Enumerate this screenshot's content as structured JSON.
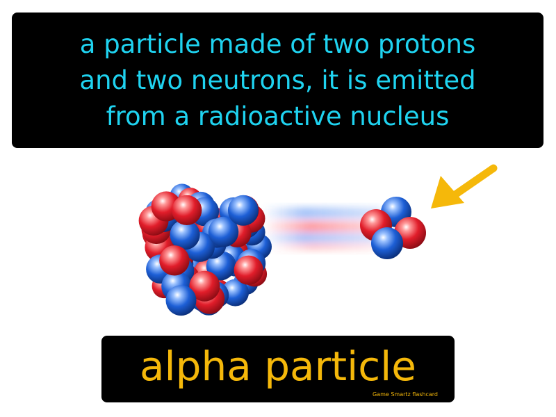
{
  "definition": {
    "lines": [
      "a particle made of two protons",
      "and two neutrons, it is emitted",
      "from a radioactive nucleus"
    ]
  },
  "term": {
    "label": "alpha particle",
    "brand": "Game Smartz flashcard"
  },
  "colors": {
    "definition_text": "#1fd3f0",
    "term_text": "#f5b80a",
    "proton": "#e11d2a",
    "neutron": "#1d5fd6",
    "arrow": "#f5b80a",
    "card_background": "#000000"
  },
  "icons": {
    "nucleus": "atomic-nucleus-icon",
    "alpha": "alpha-particle-icon",
    "pointer": "arrow-icon"
  }
}
